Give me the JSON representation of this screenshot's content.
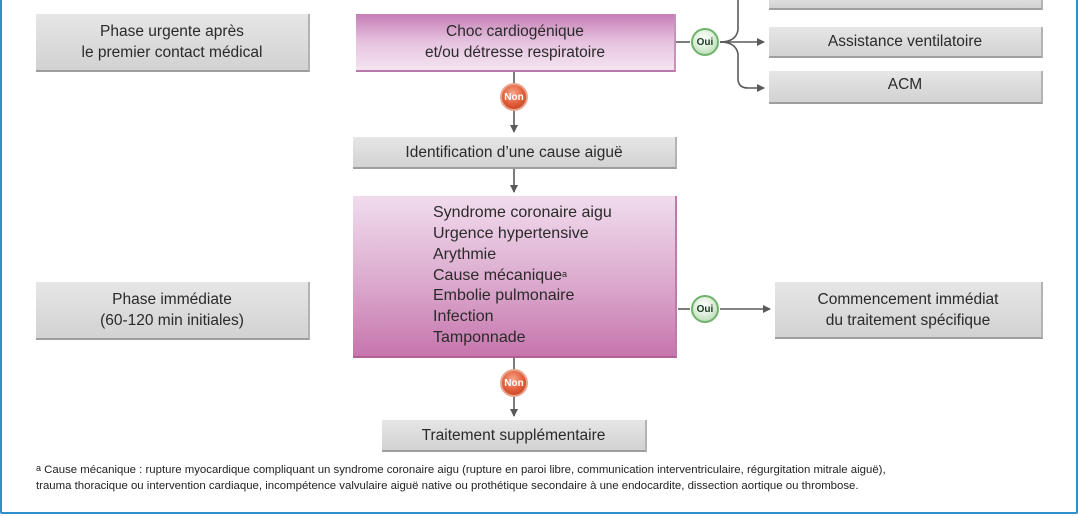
{
  "phases": {
    "urgent_line1": "Phase urgente après",
    "urgent_line2": "le premier contact médical",
    "immediate_line1": "Phase immédiate",
    "immediate_line2": "(60-120 min initiales)"
  },
  "flow": {
    "shock_line1": "Choc cardiogénique",
    "shock_line2": "et/ou détresse respiratoire",
    "ventilation": "Assistance ventilatoire",
    "acm": "ACM",
    "identification": "Identification d’une cause aiguë",
    "causes": [
      "Syndrome coronaire aigu",
      "Urgence hypertensive",
      "Arythmie",
      "Cause mécanique",
      "Embolie pulmonaire",
      "Infection",
      "Tamponnade"
    ],
    "causes_marker": "a",
    "specific_line1": "Commencement immédiat",
    "specific_line2": "du traitement spécifique",
    "supplementary": "Traitement supplémentaire"
  },
  "badges": {
    "yes": "Oui",
    "no": "Non"
  },
  "footnote": {
    "marker": "a",
    "line1": " Cause mécanique : rupture myocardique compliquant un syndrome coronaire aigu (rupture en paroi libre, communication interventriculaire, régurgitation mitrale aiguë),",
    "line2": "trauma thoracique ou intervention cardiaque, incompétence valvulaire aiguë native ou prothétique secondaire à une endocardite, dissection aortique ou thrombose."
  },
  "colors": {
    "frame": "#2e8fc9",
    "connector": "#5a5a5a",
    "yes_badge": "#6fb36c",
    "no_badge": "#e05a36",
    "pink": "#c675ad",
    "gray": "#d6d6d6"
  }
}
